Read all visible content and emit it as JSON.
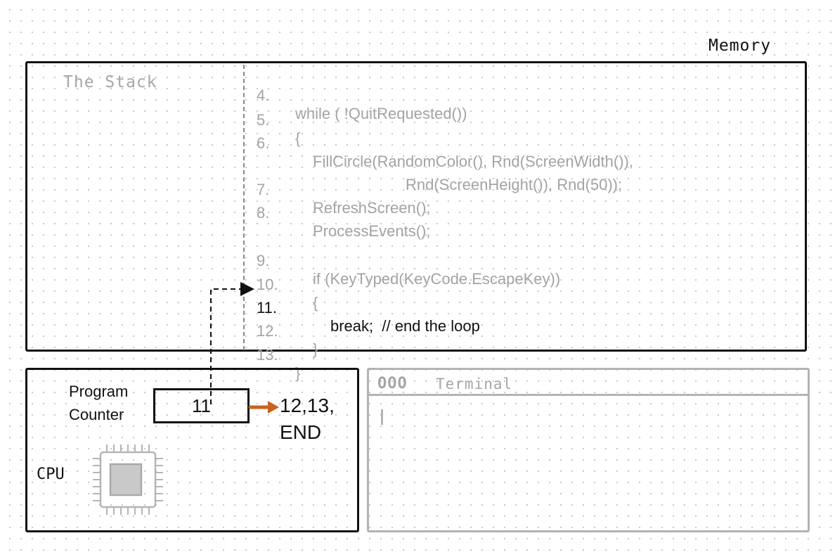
{
  "memory": {
    "label": "Memory",
    "stack_label": "The Stack"
  },
  "code": {
    "lines": [
      {
        "num": "4.",
        "text": "while ( !QuitRequested())"
      },
      {
        "num": "5.",
        "text": "{"
      },
      {
        "num": "6.",
        "text": "FillCircle(RandomColor(), Rnd(ScreenWidth()),"
      },
      {
        "num": "",
        "text": "Rnd(ScreenHeight()), Rnd(50));"
      },
      {
        "num": "7.",
        "text": "RefreshScreen();"
      },
      {
        "num": "8.",
        "text": "ProcessEvents();"
      },
      {
        "num": "9.",
        "text": "if (KeyTyped(KeyCode.EscapeKey))"
      },
      {
        "num": "10.",
        "text": "{"
      },
      {
        "num": "11.",
        "text": "break;  // end the loop"
      },
      {
        "num": "12.",
        "text": "}"
      },
      {
        "num": "13.",
        "text": "}"
      }
    ],
    "active_line": "11."
  },
  "cpu": {
    "program_counter_label_1": "Program",
    "program_counter_label_2": "Counter",
    "program_counter_value": "11",
    "next_steps_line_1": "12,13,",
    "next_steps_line_2": "END",
    "label": "CPU"
  },
  "terminal": {
    "dots": "OOO",
    "title": "Terminal"
  },
  "colors": {
    "arrow": "#c8621f",
    "faded": "#a3a3a3",
    "ink": "#111111"
  }
}
